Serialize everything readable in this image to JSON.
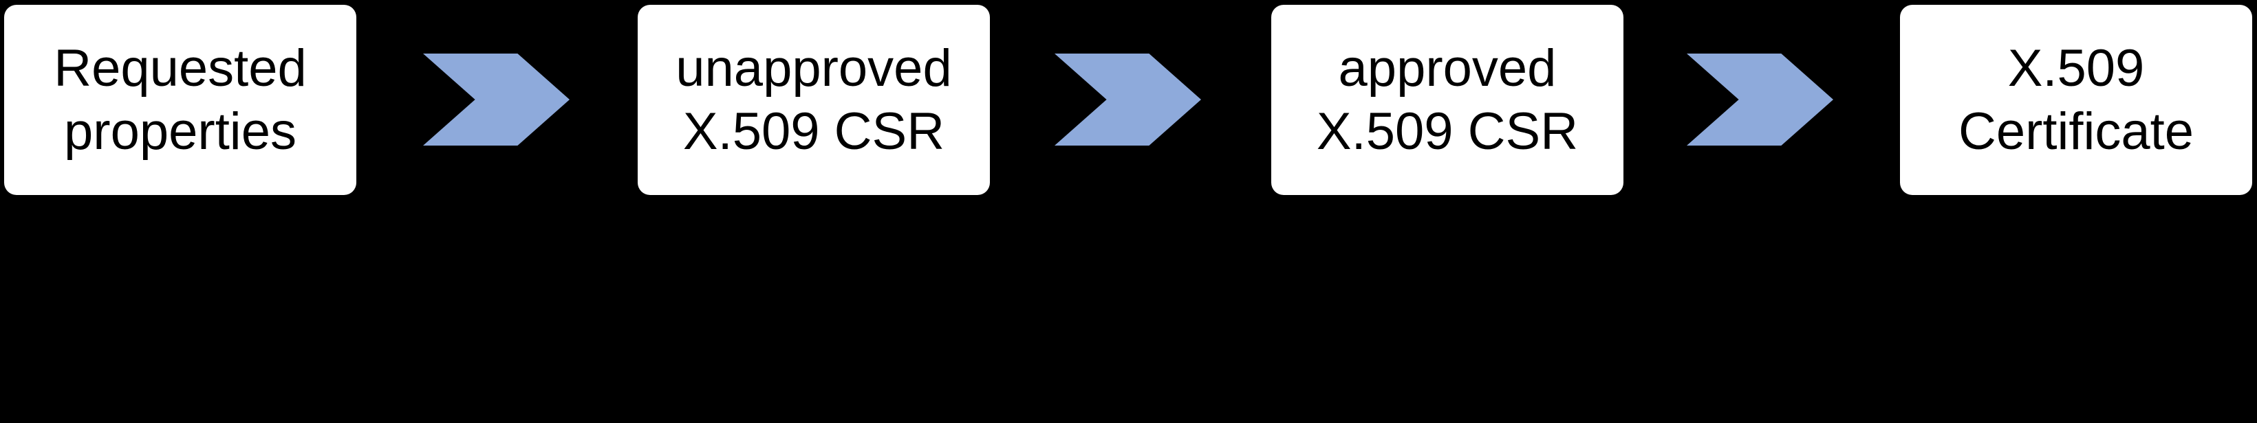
{
  "diagram": {
    "kind": "process-flow",
    "background_color": "#000000",
    "box_fill_color": "#ffffff",
    "box_text_color": "#000000",
    "arrow_color": "#8EAADB",
    "arrow_glyph": "chevron-right",
    "steps": [
      {
        "label": "Requested properties",
        "lines": [
          "Requested",
          "properties"
        ]
      },
      {
        "label": "unapproved X.509 CSR",
        "lines": [
          "unapproved",
          "X.509 CSR"
        ]
      },
      {
        "label": "approved X.509 CSR",
        "lines": [
          "approved",
          "X.509 CSR"
        ]
      },
      {
        "label": "X.509 Certificate",
        "lines": [
          "X.509",
          "Certificate"
        ]
      }
    ]
  }
}
